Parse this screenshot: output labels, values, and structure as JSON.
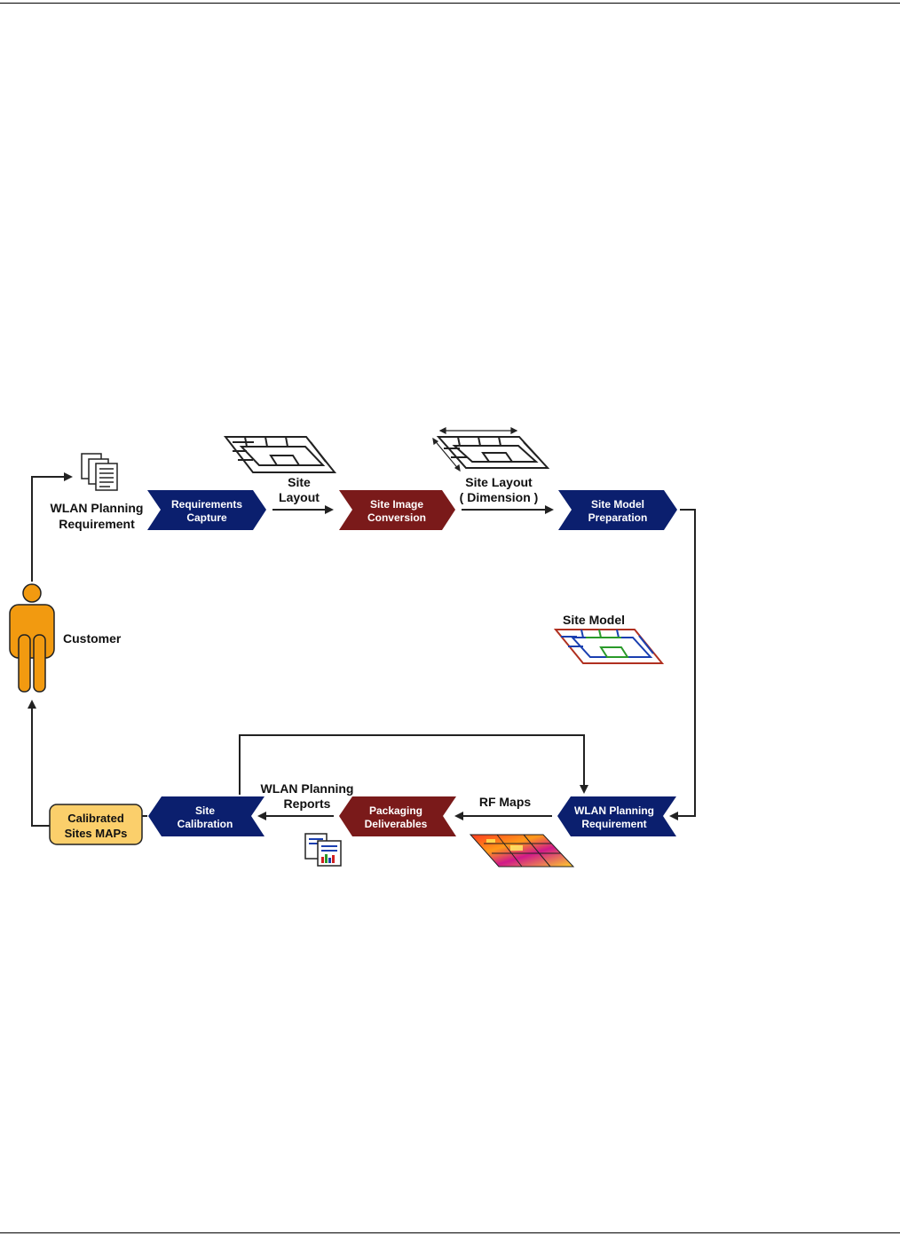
{
  "colors": {
    "navy": "#0b1f6e",
    "maroon": "#7a1a1a",
    "customer": "#f29a10",
    "calibrated_fill": "#fbcf6b",
    "text": "#111111"
  },
  "icons": {
    "requirement_doc": "document-icon",
    "reports": "report-document-icon",
    "customer": "person-icon"
  },
  "customer": {
    "label": "Customer"
  },
  "requirement_doc_label": {
    "line1": "WLAN Planning",
    "line2": "Requirement"
  },
  "stages": {
    "requirements_capture": {
      "line1": "Requirements",
      "line2": "Capture"
    },
    "site_image_conversion": {
      "line1": "Site Image",
      "line2": "Conversion"
    },
    "site_model_preparation": {
      "line1": "Site Model",
      "line2": "Preparation"
    },
    "wlan_planning_requirement": {
      "line1": "WLAN Planning",
      "line2": "Requirement"
    },
    "packaging_deliverables": {
      "line1": "Packaging",
      "line2": "Deliverables"
    },
    "site_calibration": {
      "line1": "Site",
      "line2": "Calibration"
    }
  },
  "calibrated": {
    "line1": "Calibrated",
    "line2": "Sites MAPs"
  },
  "artifacts": {
    "site_layout": {
      "line1": "Site",
      "line2": "Layout"
    },
    "site_layout_dimension": {
      "line1": "Site Layout",
      "line2": "( Dimension )"
    },
    "site_model": {
      "label": "Site Model"
    },
    "rf_maps": {
      "label": "RF Maps"
    },
    "wlan_reports": {
      "line1": "WLAN Planning",
      "line2": "Reports"
    }
  }
}
